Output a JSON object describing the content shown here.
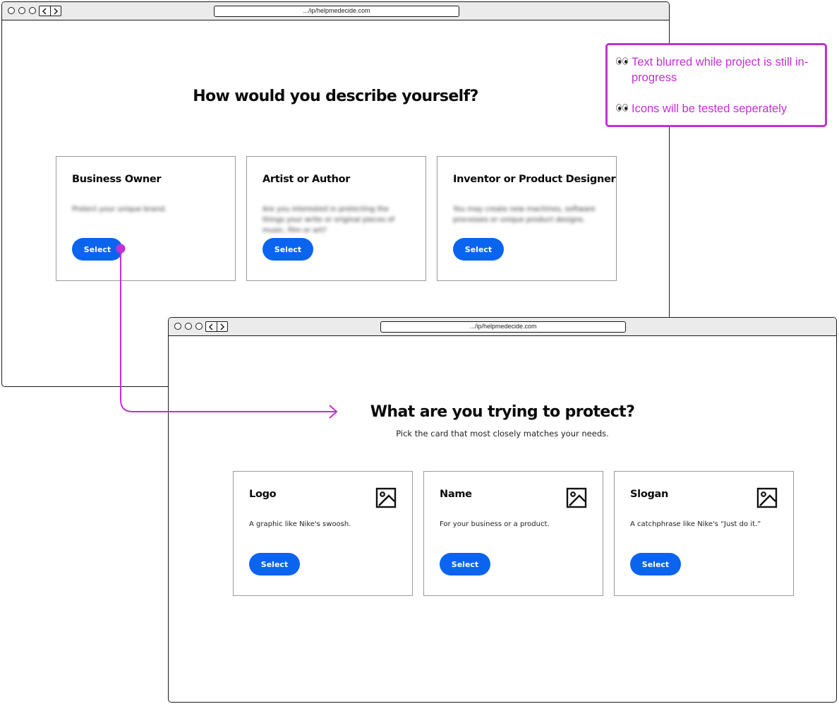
{
  "screen_a": {
    "url": ".../ip/helpmedecide.com",
    "heading": "How would you describe yourself?",
    "cards": [
      {
        "title": "Business Owner",
        "description": "Protect your unique brand.",
        "button": "Select"
      },
      {
        "title": "Artist or Author",
        "description": "Are you interested in protecting the things your write or original pieces of music, film or art?",
        "button": "Select"
      },
      {
        "title": "Inventor or Product Designer",
        "description": "You may create new machines, software processes or unique product designs.",
        "button": "Select"
      }
    ]
  },
  "screen_b": {
    "url": ".../ip/helpmedecide.com",
    "heading": "What are you trying to protect?",
    "subheading": "Pick the card that most closely matches your needs.",
    "cards": [
      {
        "title": "Logo",
        "description": "A graphic like Nike's swoosh.",
        "button": "Select",
        "icon": "image-icon"
      },
      {
        "title": "Name",
        "description": "For your business or a product.",
        "button": "Select",
        "icon": "image-icon"
      },
      {
        "title": "Slogan",
        "description": "A catchphrase like Nike's “Just do it.”",
        "button": "Select",
        "icon": "image-icon"
      }
    ]
  },
  "annotation": {
    "lines": [
      "Text blurred while project is still in-progress",
      "Icons will be tested seperately"
    ]
  },
  "colors": {
    "accent": "#0a64f0",
    "annotation": "#c42fd6"
  }
}
